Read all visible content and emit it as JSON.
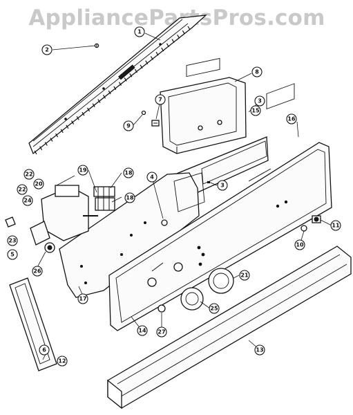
{
  "watermark": "AppliancePartsPros.com",
  "callouts": [
    "1",
    "2",
    "3",
    "3",
    "4",
    "5",
    "6",
    "7",
    "8",
    "9",
    "10",
    "11",
    "12",
    "13",
    "14",
    "15",
    "16",
    "17",
    "18",
    "18",
    "19",
    "20",
    "21",
    "22",
    "22",
    "23",
    "24",
    "25",
    "26",
    "27"
  ]
}
